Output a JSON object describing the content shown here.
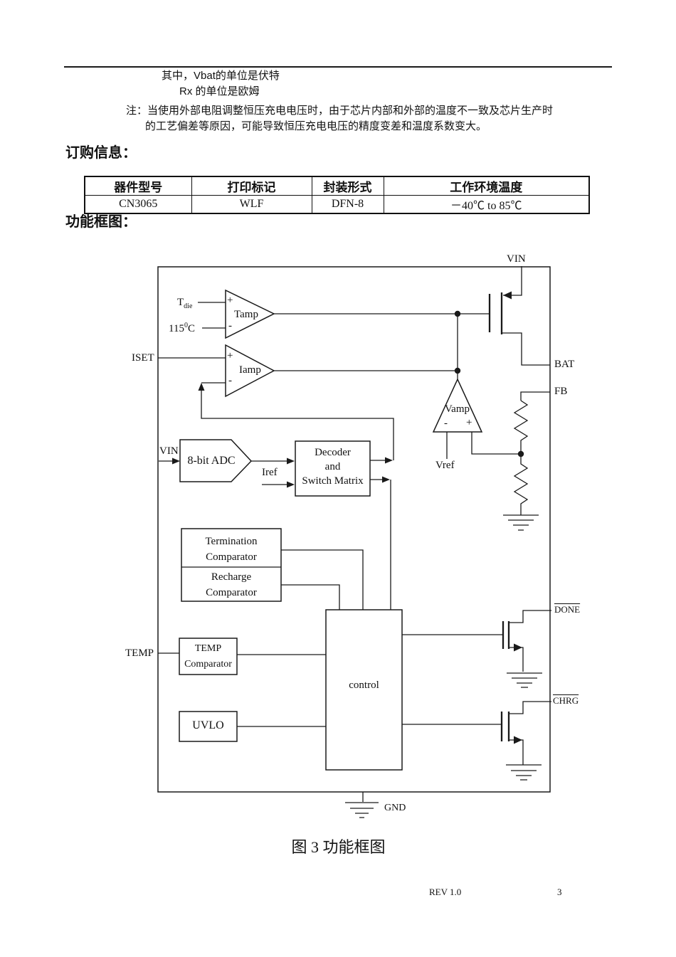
{
  "header_note": {
    "line1": "其中，Vbat的单位是伏特",
    "line2": "Rx 的单位是欧姆",
    "line3": "注：当使用外部电阻调整恒压充电电压时，由于芯片内部和外部的温度不一致及芯片生产时",
    "line4": "的工艺偏差等原因，可能导致恒压充电电压的精度变差和温度系数变大。"
  },
  "sections": {
    "ordering": "订购信息：",
    "diagram": "功能框图："
  },
  "ordering_table": {
    "headers": [
      "器件型号",
      "打印标记",
      "封装形式",
      "工作环境温度"
    ],
    "row": [
      "CN3065",
      "WLF",
      "DFN-8",
      "－40℃  to 85℃"
    ]
  },
  "diagram": {
    "pins": {
      "vin": "VIN",
      "bat": "BAT",
      "fb": "FB",
      "done": "DONE",
      "chrg": "CHRG",
      "iset": "ISET",
      "temp": "TEMP",
      "gnd": "GND"
    },
    "amps": {
      "tamp": "Tamp",
      "iamp": "Iamp",
      "vamp": "Vamp",
      "plus": "+",
      "minus": "-"
    },
    "refs": {
      "tdie_base": "T",
      "tdie_sub": "die",
      "t115_base": "115",
      "t115_sup": "0",
      "t115_unit": "C",
      "vref": "Vref",
      "iref": "Iref",
      "vin_adc": "VIN"
    },
    "blocks": {
      "adc": "8-bit ADC",
      "decoder": [
        "Decoder",
        "and",
        "Switch Matrix"
      ],
      "termination": [
        "Termination",
        "Comparator"
      ],
      "recharge": [
        "Recharge",
        "Comparator"
      ],
      "temp_comp": [
        "TEMP",
        "Comparator"
      ],
      "uvlo": "UVLO",
      "control": "control"
    }
  },
  "caption": "图 3  功能框图",
  "footer": {
    "rev": "REV 1.0",
    "page": "3"
  }
}
